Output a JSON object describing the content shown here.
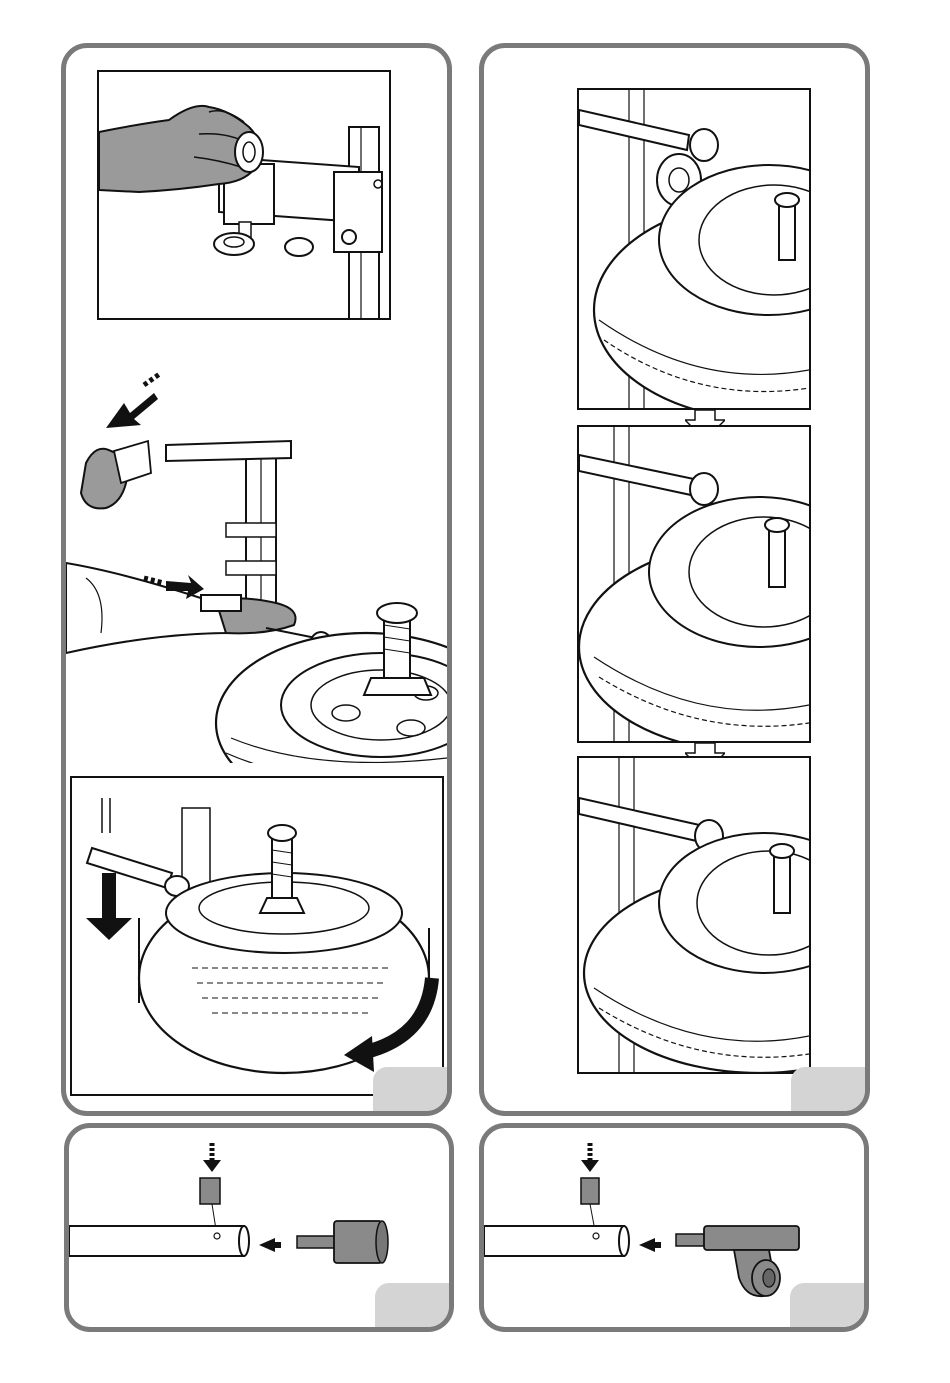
{
  "colors": {
    "panel_border": "#7a7a7a",
    "badge": "#d4d4d4",
    "line": "#111111",
    "part_fill": "#8a8a8a",
    "glove": "#9a9a9a"
  },
  "panels": [
    {
      "id": "top-left",
      "badge_text": ""
    },
    {
      "id": "top-right",
      "badge_text": ""
    },
    {
      "id": "bottom-left",
      "badge_text": ""
    },
    {
      "id": "bottom-right",
      "badge_text": ""
    }
  ],
  "icons": {
    "push_arrow": "dashed-arrow-icon",
    "down_arrow": "down-arrow-icon",
    "rotate_arrow": "rotate-arrow-icon",
    "step_arrow": "step-down-arrow-icon"
  }
}
